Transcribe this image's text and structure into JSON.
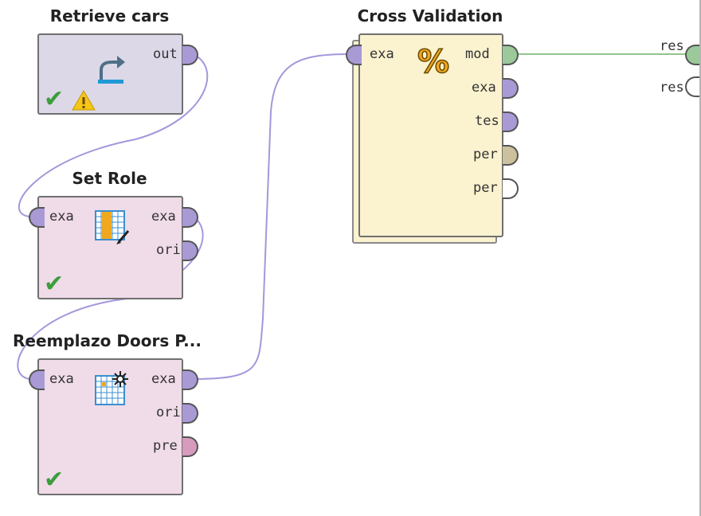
{
  "operators": {
    "retrieve": {
      "title": "Retrieve cars",
      "ports_out": [
        "out"
      ]
    },
    "set_role": {
      "title": "Set Role",
      "ports_in": [
        "exa"
      ],
      "ports_out": [
        "exa",
        "ori"
      ]
    },
    "reemplazo": {
      "title": "Reemplazo Doors P...",
      "ports_in": [
        "exa"
      ],
      "ports_out": [
        "exa",
        "ori",
        "pre"
      ]
    },
    "cross_validation": {
      "title": "Cross Validation",
      "ports_in": [
        "exa"
      ],
      "ports_out": [
        "mod",
        "exa",
        "tes",
        "per",
        "per"
      ],
      "icon_glyph": "%"
    }
  },
  "results": {
    "ports": [
      "res",
      "res"
    ]
  },
  "colors": {
    "wire_purple": "#a497db",
    "wire_green": "#93c48f",
    "check_green": "#3b9e3b",
    "warning_yellow": "#f5c518"
  }
}
